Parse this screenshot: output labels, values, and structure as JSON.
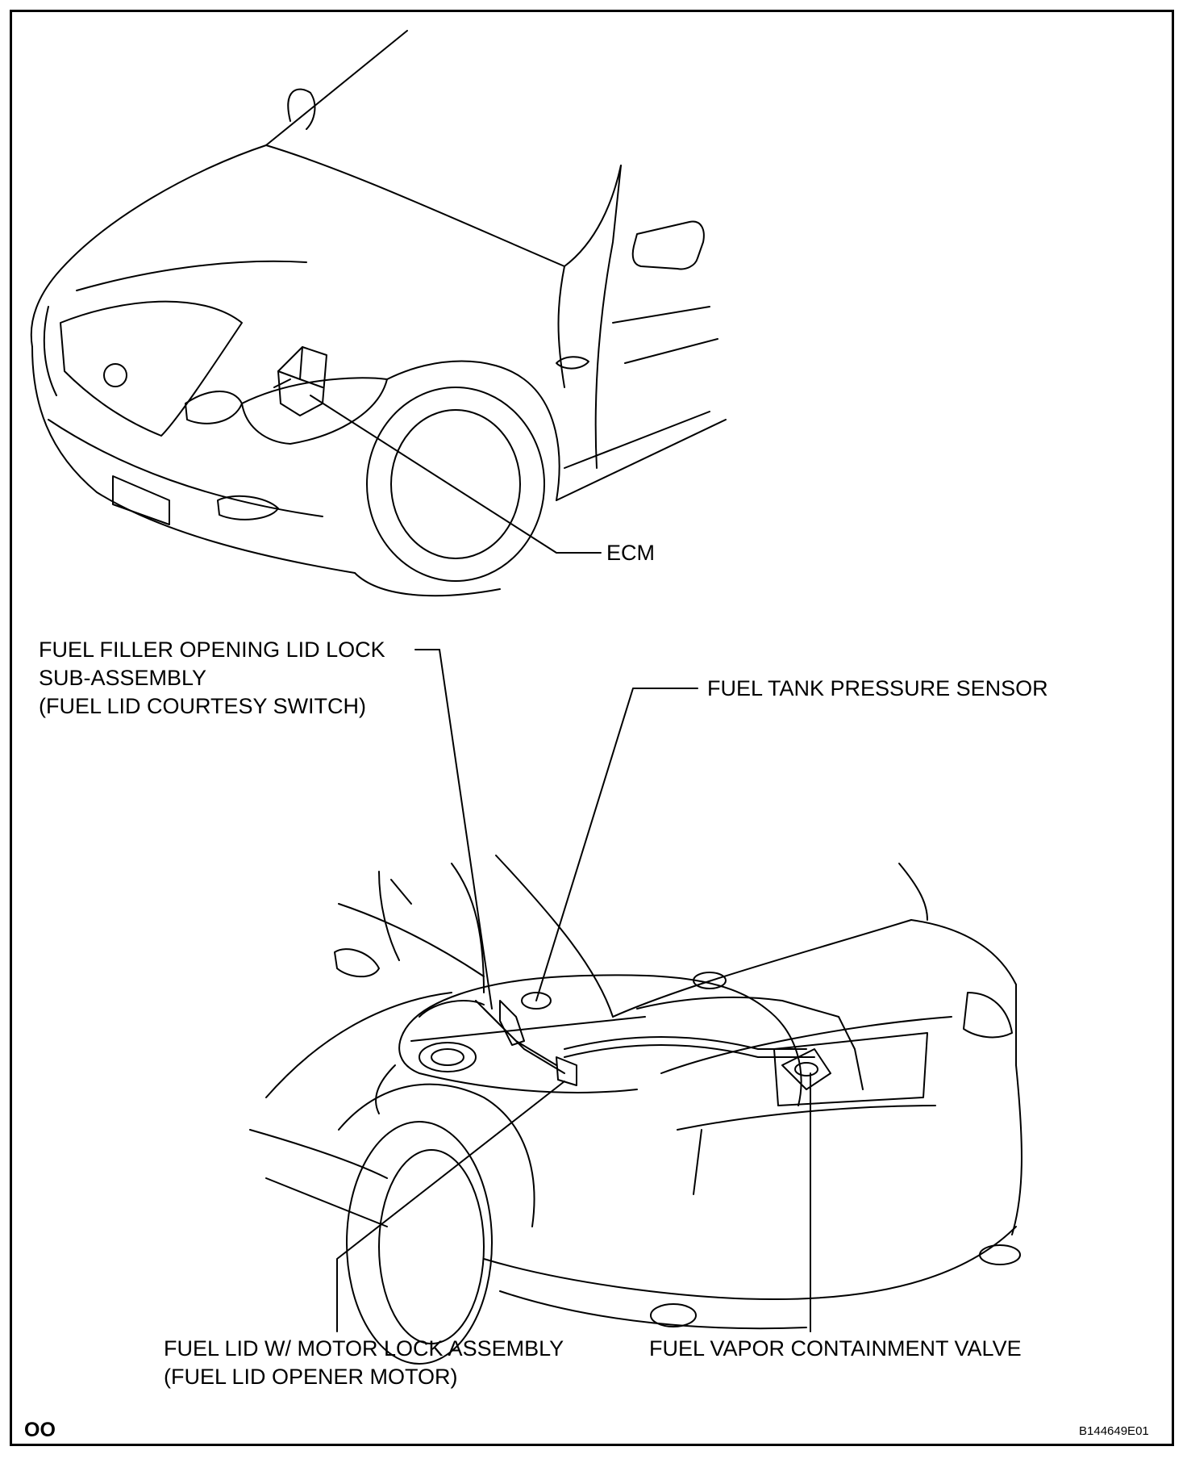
{
  "labels": {
    "ecm": "ECM",
    "fuel_filler_lid_lock": [
      "FUEL FILLER OPENING LID LOCK",
      "SUB-ASSEMBLY",
      "(FUEL LID COURTESY SWITCH)"
    ],
    "fuel_tank_pressure_sensor": "FUEL TANK PRESSURE SENSOR",
    "fuel_lid_motor_lock": [
      "FUEL LID W/ MOTOR LOCK ASSEMBLY",
      "(FUEL LID OPENER MOTOR)"
    ],
    "fuel_vapor_containment_valve": "FUEL VAPOR CONTAINMENT VALVE"
  },
  "footer": {
    "page_mark": "OO",
    "figure_code": "B144649E01"
  }
}
